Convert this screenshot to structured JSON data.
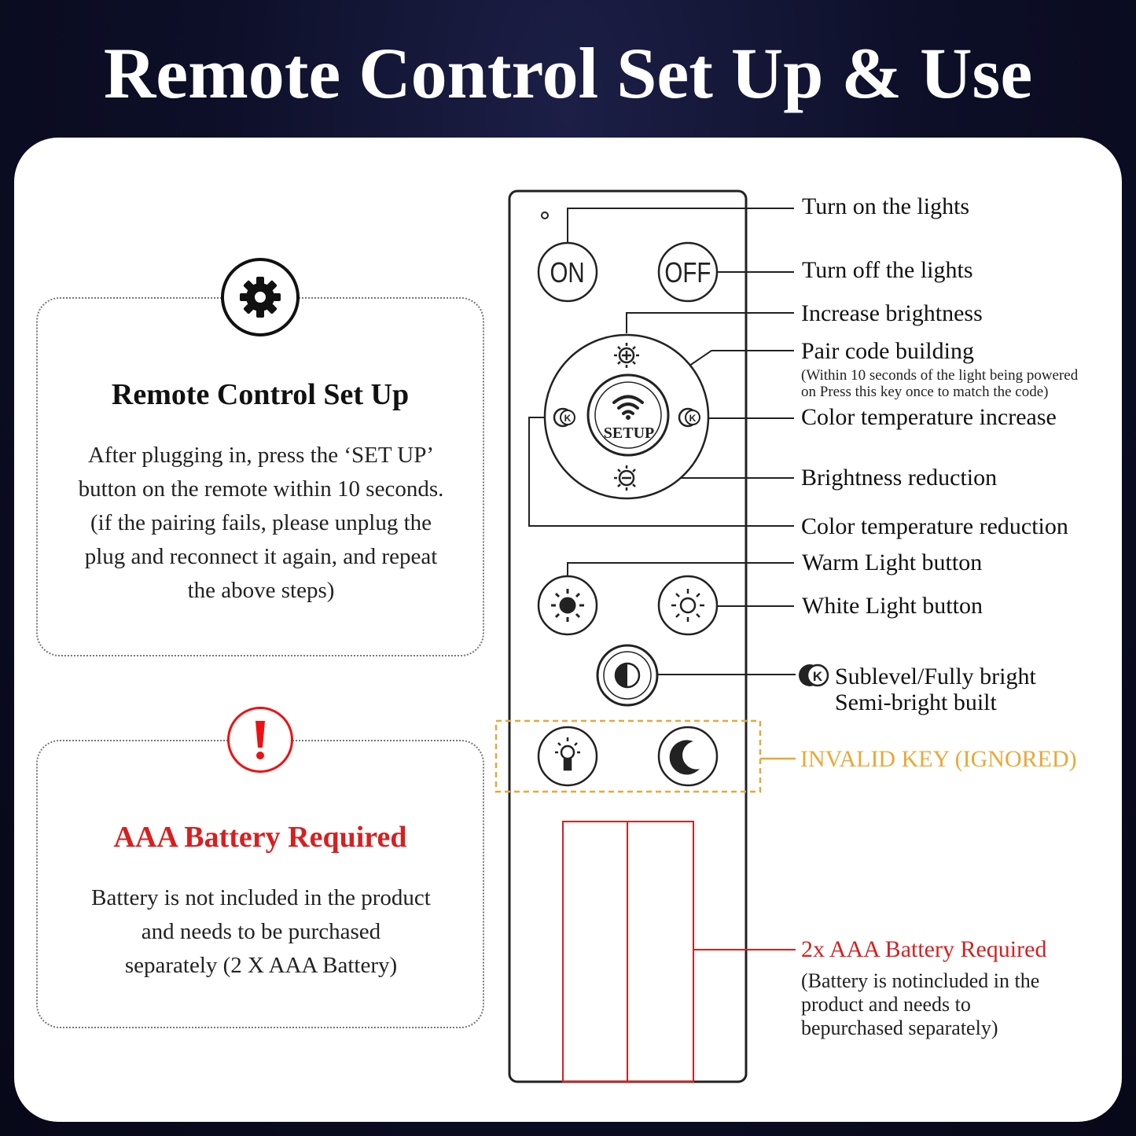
{
  "title": "Remote Control Set Up & Use",
  "setup_card": {
    "title": "Remote Control Set Up",
    "lines": [
      "After plugging in, press the ‘SET UP’",
      "button on the remote within 10 seconds.",
      "(if the pairing fails, please unplug the",
      "plug and reconnect it again, and repeat",
      "the above steps)"
    ]
  },
  "battery_card": {
    "title": "AAA Battery Required",
    "lines": [
      "Battery is not included in the product",
      "and needs to be purchased",
      "separately (2 X AAA Battery)"
    ]
  },
  "remote": {
    "on_label": "ON",
    "off_label": "OFF",
    "setup_label": "SETUP"
  },
  "callouts": {
    "turn_on": "Turn on the lights",
    "turn_off": "Turn off the lights",
    "brightness_up": "Increase brightness",
    "pair_code": "Pair code building",
    "pair_note_1": "(Within 10 seconds of the light being powered",
    "pair_note_2": "on Press this key once to match the code)",
    "color_temp_up": "Color temperature increase",
    "brightness_down": "Brightness reduction",
    "color_temp_down": "Color temperature reduction",
    "warm_light": "Warm Light button",
    "white_light": "White Light button",
    "sublevel_1": "Sublevel/Fully bright",
    "sublevel_2": "Semi-bright built",
    "invalid_key": "INVALID KEY (IGNORED)",
    "battery_req": "2x AAA Battery Required",
    "battery_note_1": "(Battery is notincluded in the",
    "battery_note_2": "product and needs to",
    "battery_note_3": "bepurchased separately)"
  },
  "colors": {
    "warning_red": "#d62020",
    "invalid_orange": "#e8a838",
    "battery_red": "#d62020"
  },
  "icons": [
    "gear-icon",
    "exclamation-icon",
    "wifi-icon",
    "sun-plus-icon",
    "sun-minus-icon",
    "k-minus-icon",
    "k-plus-icon",
    "sun-filled-icon",
    "sun-outline-icon",
    "half-moon-icon",
    "lamp-icon",
    "moon-star-icon"
  ]
}
